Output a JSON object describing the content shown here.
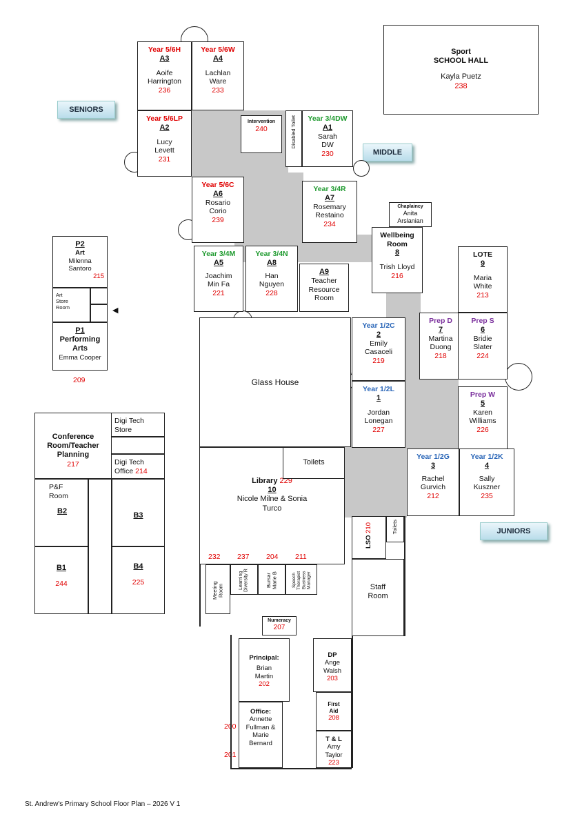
{
  "tags": {
    "seniors": "SENIORS",
    "middle": "MIDDLE",
    "juniors": "JUNIORS"
  },
  "hall": {
    "title": "Sport",
    "name": "SCHOOL HALL",
    "person": "Kayla Puetz",
    "num": "238"
  },
  "rooms": {
    "a3": {
      "label": "Year 5/6H",
      "code": "A3",
      "person": "Aoife Harrington",
      "num": "236"
    },
    "a4": {
      "label": "Year 5/6W",
      "code": "A4",
      "person": "Lachlan Ware",
      "num": "233"
    },
    "a2": {
      "label": "Year 5/6LP",
      "code": "A2",
      "person": "Lucy Levett",
      "num": "231"
    },
    "intervention": {
      "label": "Intervention",
      "num": "240"
    },
    "toilet": {
      "label": "Disabled Toilet"
    },
    "a1": {
      "label": "Year 3/4DW",
      "code": "A1",
      "person": "Sarah DW",
      "num": "230"
    },
    "a6": {
      "label": "Year 5/6C",
      "code": "A6",
      "person": "Rosario Corio",
      "num": "239"
    },
    "a7": {
      "label": "Year 3/4R",
      "code": "A7",
      "person": "Rosemary Restaino",
      "num": "234"
    },
    "chaplaincy": {
      "label": "Chaplaincy",
      "person": "Anita Arslanian"
    },
    "wellbeing": {
      "label": "Wellbeing Room",
      "code": "8",
      "person": "Trish Lloyd",
      "num": "216"
    },
    "a5": {
      "label": "Year 3/4M",
      "code": "A5",
      "person": "Joachim Min Fa",
      "num": "221"
    },
    "a8": {
      "label": "Year 3/4N",
      "code": "A8",
      "person": "Han Nguyen",
      "num": "228"
    },
    "a9": {
      "code": "A9",
      "person": "Teacher Resource Room"
    },
    "lote": {
      "label": "LOTE",
      "code": "9",
      "person": "Maria White",
      "num": "213"
    },
    "p2": {
      "code": "P2",
      "label": "Art",
      "person": "Milenna Santoro",
      "num": "215"
    },
    "artstore": {
      "label": "Art Store Room"
    },
    "p1": {
      "code": "P1",
      "label": "Performing Arts",
      "person": "Emma Cooper",
      "num": "209"
    },
    "r2": {
      "label": "Year 1/2C",
      "code": "2",
      "person": "Emily Casaceli",
      "num": "219"
    },
    "r7": {
      "label": "Prep D",
      "code": "7",
      "person": "Martina Duong",
      "num": "218"
    },
    "r6": {
      "label": "Prep S",
      "code": "6",
      "person": "Bridie Slater",
      "num": "224"
    },
    "glass": {
      "label": "Glass House"
    },
    "r1": {
      "label": "Year 1/2L",
      "code": "1",
      "person": "Jordan Lonegan",
      "num": "227"
    },
    "r5": {
      "label": "Prep W",
      "code": "5",
      "person": "Karen Williams",
      "num": "226"
    },
    "conf": {
      "label": "Conference Room/Teacher Planning",
      "num": "217"
    },
    "dtstore": {
      "label": "Digi Tech Store"
    },
    "dtoffice": {
      "label": "Digi Tech Office",
      "num": "214"
    },
    "toilets2": {
      "label": "Toilets"
    },
    "library": {
      "label": "Library",
      "num": "229",
      "code": "10",
      "person": "Nicole Milne & Sonia Turco"
    },
    "r3": {
      "label": "Year 1/2G",
      "code": "3",
      "person": "Rachel Gurvich",
      "num": "212"
    },
    "r4": {
      "label": "Year 1/2K",
      "code": "4",
      "person": "Sally Kuszner",
      "num": "235"
    },
    "pf": {
      "label": "P&F Room",
      "code": "B2"
    },
    "b3": {
      "code": "B3"
    },
    "b1": {
      "code": "B1",
      "num": "244"
    },
    "b4": {
      "code": "B4",
      "num": "225"
    },
    "lso": {
      "label": "LSO",
      "num": "210"
    },
    "toilets3": {
      "label": "Toilets"
    },
    "meeting": {
      "label": "Meeting Room",
      "num": "232"
    },
    "learning": {
      "label": "Learning Diversity R",
      "num": "237"
    },
    "bursar": {
      "label": "Bursar Marie B",
      "num": "204"
    },
    "speech": {
      "label": "Speech Therapist Business Manager",
      "num": "211"
    },
    "staff": {
      "label": "Staff Room"
    },
    "numeracy": {
      "label": "Numeracy",
      "num": "207"
    },
    "principal": {
      "label": "Principal:",
      "person": "Brian Martin",
      "num": "202"
    },
    "dp": {
      "label": "DP",
      "person": "Ange Walsh",
      "num": "203"
    },
    "firstaid": {
      "label": "First Aid",
      "num": "208"
    },
    "office": {
      "label": "Office:",
      "person": "Annette Fullman & Marie Bernard",
      "num1": "200",
      "num2": "201"
    },
    "tl": {
      "label": "T & L",
      "person": "Amy Taylor",
      "num": "223"
    }
  },
  "footer": "St. Andrew's Primary School Floor Plan – 2026 V 1"
}
